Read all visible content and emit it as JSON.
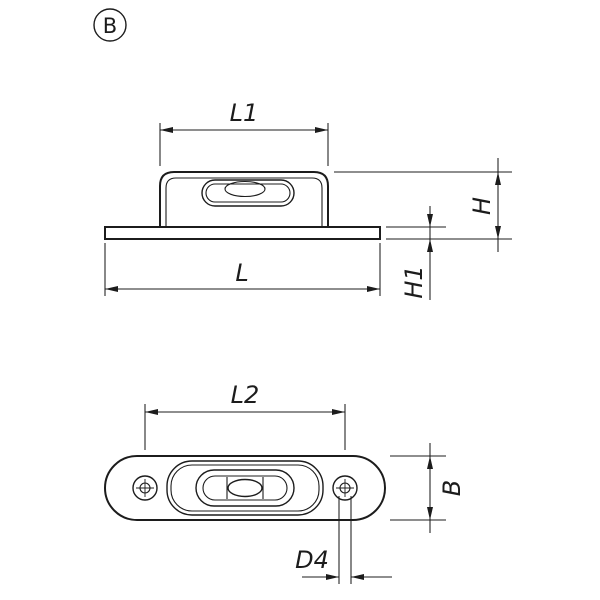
{
  "colors": {
    "line": "#1c1c1c",
    "background": "#ffffff"
  },
  "variant_badge": {
    "label": "B"
  },
  "side_view": {
    "dim_labels": {
      "l1": "L1",
      "l": "L",
      "h": "H",
      "h1": "H1"
    }
  },
  "plan_view": {
    "dim_labels": {
      "l2": "L2",
      "b": "B",
      "d4": "D4"
    }
  }
}
